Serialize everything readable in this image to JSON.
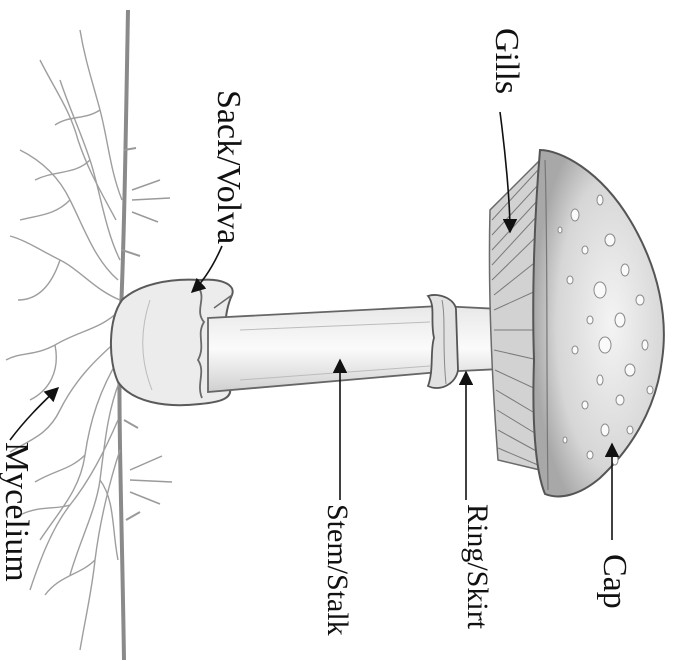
{
  "labels": {
    "gills": "Gills",
    "sack_volva": "Sack/Volva",
    "mycelium": "Mycelium",
    "stem_stalk": "Stem/Stalk",
    "ring_skirt": "Ring/Skirt",
    "cap": "Cap"
  },
  "colors": {
    "pencil": "#7a7a7a",
    "pencil_dark": "#4a4a4a",
    "shade": "#dcdcdc",
    "paper": "#ffffff",
    "ink": "#111111"
  }
}
